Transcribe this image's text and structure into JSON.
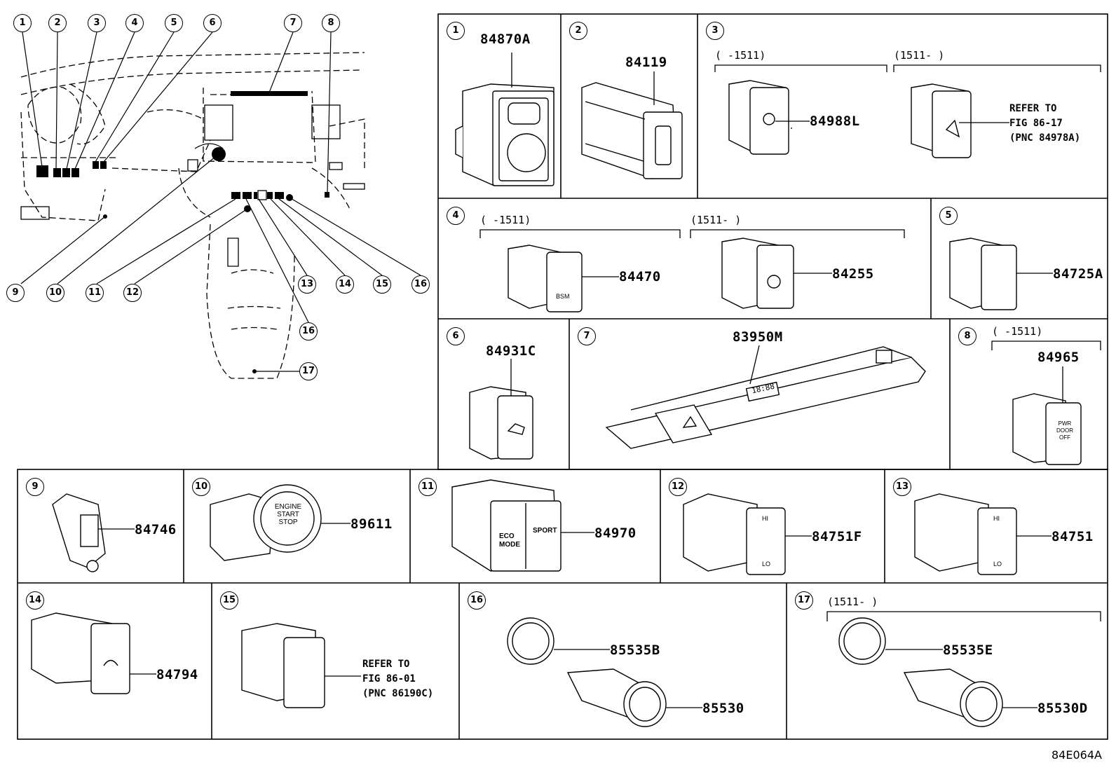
{
  "figure_id": "84E064A",
  "overview": {
    "callouts_top": [
      "1",
      "2",
      "3",
      "4",
      "5",
      "6",
      "7",
      "8"
    ],
    "callouts_bottom": [
      "9",
      "10",
      "11",
      "12",
      "13",
      "14",
      "15",
      "16"
    ],
    "callout_16b": "16",
    "callout_17": "17"
  },
  "cells": [
    {
      "num": "1",
      "parts": [
        "84870A"
      ]
    },
    {
      "num": "2",
      "parts": [
        "84119"
      ]
    },
    {
      "num": "3",
      "date_a": "(    -1511)",
      "date_b": "(1511-    )",
      "parts": [
        "84988L"
      ],
      "refer": [
        "REFER TO",
        "FIG 86-17",
        "(PNC 84978A)"
      ]
    },
    {
      "num": "4",
      "date_a": "(    -1511)",
      "date_b": "(1511-    )",
      "parts": [
        "84470",
        "84255"
      ]
    },
    {
      "num": "5",
      "parts": [
        "84725A"
      ]
    },
    {
      "num": "6",
      "parts": [
        "84931C"
      ]
    },
    {
      "num": "7",
      "parts": [
        "83950M"
      ]
    },
    {
      "num": "8",
      "date_a": "(    -1511)",
      "parts": [
        "84965"
      ]
    },
    {
      "num": "9",
      "parts": [
        "84746"
      ]
    },
    {
      "num": "10",
      "parts": [
        "89611"
      ]
    },
    {
      "num": "11",
      "parts": [
        "84970"
      ]
    },
    {
      "num": "12",
      "parts": [
        "84751F"
      ]
    },
    {
      "num": "13",
      "parts": [
        "84751"
      ]
    },
    {
      "num": "14",
      "parts": [
        "84794"
      ]
    },
    {
      "num": "15",
      "refer": [
        "REFER TO",
        "FIG 86-01",
        "(PNC 86190C)"
      ]
    },
    {
      "num": "16",
      "parts": [
        "85535B",
        "85530"
      ]
    },
    {
      "num": "17",
      "date_b": "(1511-    )",
      "parts": [
        "85535E",
        "85530D"
      ]
    }
  ],
  "labels": {
    "start_stop": [
      "ENGINE",
      "START",
      "STOP"
    ],
    "eco": [
      "ECO",
      "MODE"
    ],
    "sport": "SPORT",
    "bsm": "BSM",
    "clock": "18:88",
    "pwr_door": [
      "PWR",
      "DOOR",
      "OFF"
    ],
    "seat_hi": "HI",
    "seat_lo": "LO"
  }
}
